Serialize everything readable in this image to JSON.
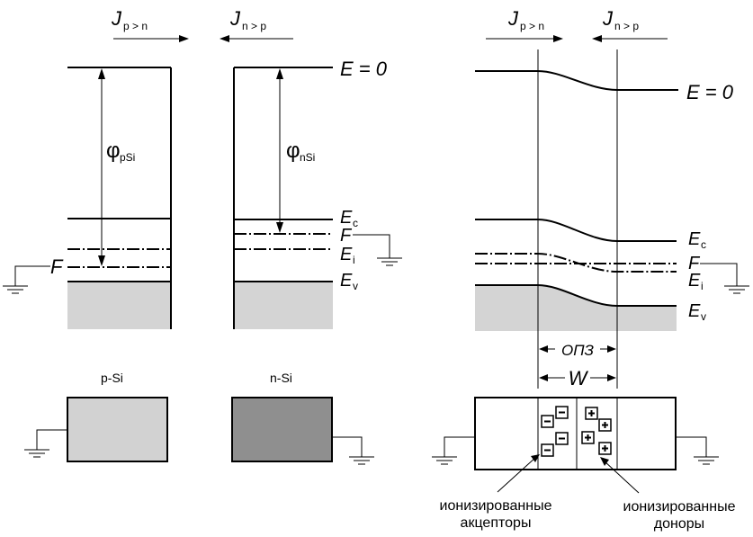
{
  "labels": {
    "j_symbol": "J",
    "j_pn_sub": "p > n",
    "j_np_sub": "n > p",
    "e_zero": "E = 0",
    "phi_symbol": "φ",
    "phi_p_sub": "pSi",
    "phi_n_sub": "nSi",
    "fermi": "F",
    "ec": "E",
    "ec_sub": "c",
    "ei": "E",
    "ei_sub": "i",
    "ev": "E",
    "ev_sub": "v",
    "p_si": "p-Si",
    "n_si": "n-Si",
    "opz": "ОПЗ",
    "w": "W",
    "ionized_acceptors_line1": "ионизированные",
    "ionized_acceptors_line2": "акцепторы",
    "ionized_donors_line1": "ионизированные",
    "ionized_donors_line2": "доноры",
    "minus": "−",
    "plus": "+"
  },
  "colors": {
    "valence_band_fill": "#d4d4d4",
    "p_block_fill": "#d2d2d2",
    "n_block_fill": "#8f8f8f",
    "line": "#000000"
  }
}
